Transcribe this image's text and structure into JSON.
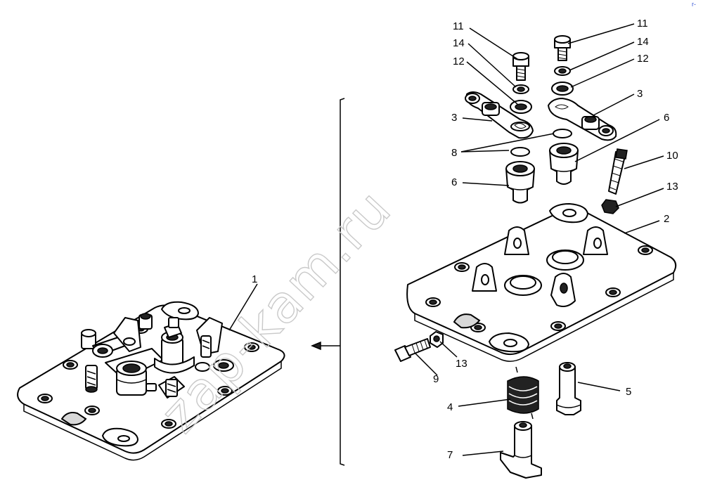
{
  "watermark": "zap-kam.ru",
  "corner_mark": "r-",
  "callouts": [
    "1",
    "2",
    "3",
    "3",
    "4",
    "5",
    "6",
    "6",
    "7",
    "8",
    "9",
    "10",
    "11",
    "11",
    "12",
    "12",
    "13",
    "13",
    "14",
    "14"
  ]
}
